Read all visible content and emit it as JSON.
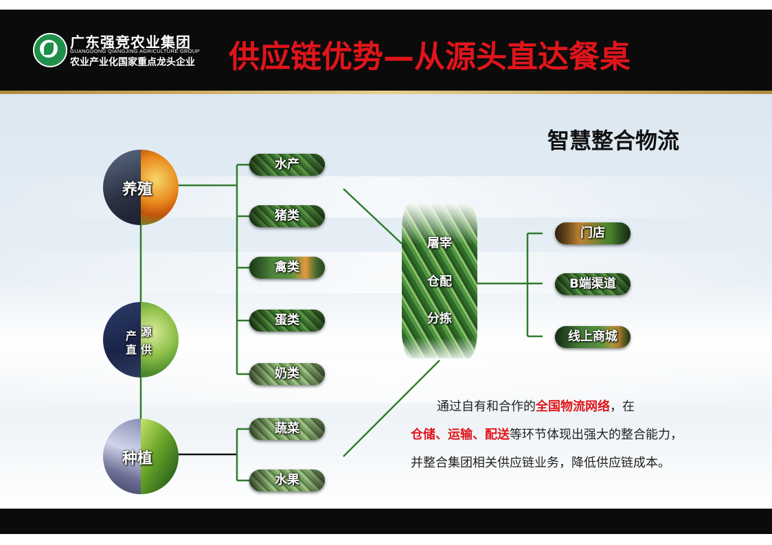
{
  "header": {
    "company_name": "广东强竞农业集团",
    "company_name_en": "GUANGDONG QIANGJING AGRICULTURE GROUP",
    "company_tagline": "农业产业化国家重点龙头企业",
    "title": "供应链优势—从源头直达餐桌"
  },
  "section_title": "智慧整合物流",
  "sources": {
    "breeding": "养殖",
    "origin_line1": "产",
    "origin_line1b": "源",
    "origin_line2": "直",
    "origin_line2b": "供",
    "planting": "种植"
  },
  "categories": [
    "水产",
    "猪类",
    "禽类",
    "蛋类",
    "奶类",
    "蔬菜",
    "水果"
  ],
  "processing": [
    "屠宰",
    "仓配",
    "分拣"
  ],
  "channels": [
    "门店",
    "B端渠道",
    "线上商城"
  ],
  "description": {
    "part1": "通过自有和合作的",
    "highlight1": "全国物流网络",
    "part2": "，在",
    "highlight2": "仓储、运输、配送",
    "part3": "等环节体现出强大的整合能力，并整合集团相关供应链业务，降低供应链成本。"
  },
  "colors": {
    "title_red": "#e0151b",
    "header_bg": "#0b0b0b",
    "gold_rule": "#d8b96a",
    "connector_green": "#2f7a2c"
  }
}
